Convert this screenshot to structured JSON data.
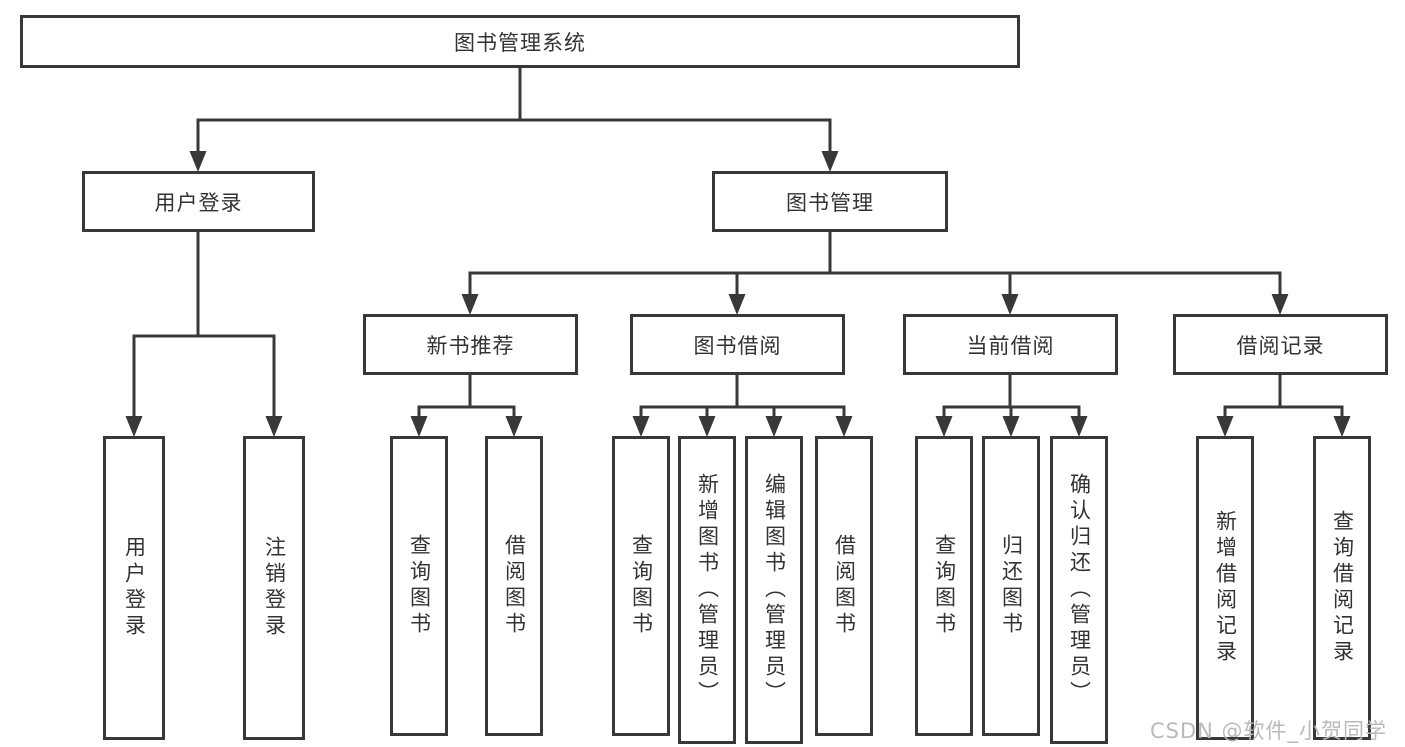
{
  "nodes": {
    "root": "图书管理系统",
    "user_login": "用户登录",
    "book_management": "图书管理",
    "new_book_recommend": "新书推荐",
    "book_borrow": "图书借阅",
    "current_borrow": "当前借阅",
    "borrow_records": "借阅记录",
    "leaf_user_login": "用户登录",
    "leaf_logout": "注销登录",
    "leaf_rec_query_books": "查询图书",
    "leaf_rec_borrow_books": "借阅图书",
    "leaf_bb_query_books": "查询图书",
    "leaf_bb_add_books": "新增图书（管理员）",
    "leaf_bb_edit_books": "编辑图书（管理员）",
    "leaf_bb_borrow_books": "借阅图书",
    "leaf_cb_query_books": "查询图书",
    "leaf_cb_return_books": "归还图书",
    "leaf_cb_confirm_return": "确认归还（管理员）",
    "leaf_br_add_record": "新增借阅记录",
    "leaf_br_query_record": "查询借阅记录"
  },
  "watermark": "CSDN @软件_小贺同学",
  "colors": {
    "line": "#383838",
    "text": "#333333",
    "watermark": "#b9b9b9"
  }
}
